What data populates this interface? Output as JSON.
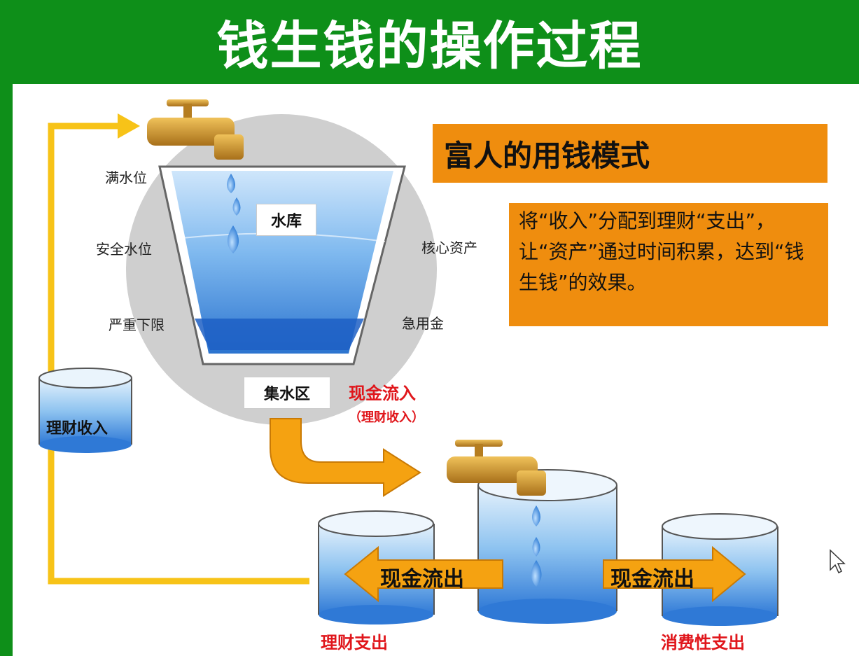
{
  "title": "钱生钱的操作过程",
  "reservoir": {
    "name": "水库",
    "levels": {
      "full": "满水位",
      "safe": "安全水位",
      "lower_limit": "严重下限"
    },
    "right_labels": {
      "core_assets": "核心资产",
      "emergency_fund": "急用金"
    },
    "collection_area": "集水区"
  },
  "left_tank": "理财收入",
  "inflow": {
    "label": "现金流入",
    "sub": "（理财收入）"
  },
  "outflow_left": {
    "arrow": "现金流出",
    "caption": "理财支出"
  },
  "outflow_right": {
    "arrow": "现金流出",
    "caption": "消费性支出"
  },
  "mode_title": "富人的用钱模式",
  "description": "将“收入”分配到理财“支出”，让“资产”通过时间积累，达到“钱生钱”的效果。",
  "colors": {
    "green": "#0e8f19",
    "orange": "#ef8d0e",
    "yellow_line": "#f7c318",
    "red_text": "#e0161b",
    "water_blue": "#3f8ee0"
  }
}
